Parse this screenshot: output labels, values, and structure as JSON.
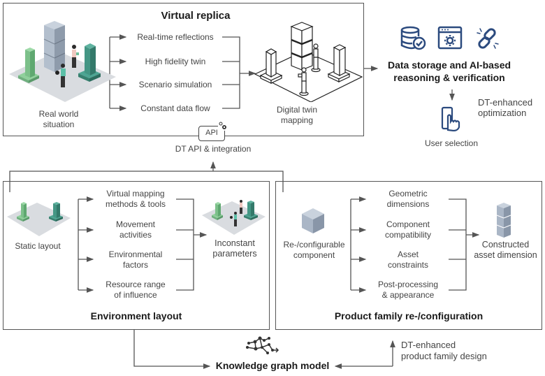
{
  "virtual_replica": {
    "title": "Virtual replica",
    "left_label": [
      "Real world",
      "situation"
    ],
    "items": [
      "Real-time reflections",
      "High fidelity twin",
      "Scenario simulation",
      "Constant data flow"
    ],
    "right_label": [
      "Digital twin",
      "mapping"
    ]
  },
  "api": {
    "badge": "API",
    "label": "DT API & integration"
  },
  "data_storage": {
    "title_lines": [
      "Data storage and AI-based",
      "reasoning & verification"
    ],
    "optimization_lines": [
      "DT-enhanced",
      "optimization"
    ],
    "user_selection": "User selection",
    "icons": [
      "database-check-icon",
      "browser-gear-icon",
      "broken-link-icon"
    ],
    "icon_color": "#2b4a7e"
  },
  "environment_layout": {
    "title": "Environment layout",
    "left_label": "Static layout",
    "items": [
      [
        "Virtual mapping",
        "methods & tools"
      ],
      [
        "Movement",
        "activities"
      ],
      [
        "Environmental",
        "factors"
      ],
      [
        "Resource range",
        "of influence"
      ]
    ],
    "right_label": [
      "Inconstant",
      "parameters"
    ]
  },
  "product_family": {
    "title": "Product family re-/configuration",
    "left_label": [
      "Re-/configurable",
      "component"
    ],
    "items": [
      [
        "Geometric",
        "dimensions"
      ],
      [
        "Component",
        "compatibility"
      ],
      [
        "Asset",
        "constraints"
      ],
      [
        "Post-processing",
        "& appearance"
      ]
    ],
    "right_label": [
      "Constructed",
      "asset dimension"
    ]
  },
  "knowledge_graph": {
    "title": "Knowledge graph model",
    "side_label_lines": [
      "DT-enhanced",
      "product family design"
    ]
  },
  "colors": {
    "line": "#555555",
    "green_light": "#7cc08a",
    "green_dark": "#3f8f7f",
    "block_gray": "#aab6c6",
    "floor": "#d9dce0",
    "icon_blue": "#2b4a7e"
  }
}
